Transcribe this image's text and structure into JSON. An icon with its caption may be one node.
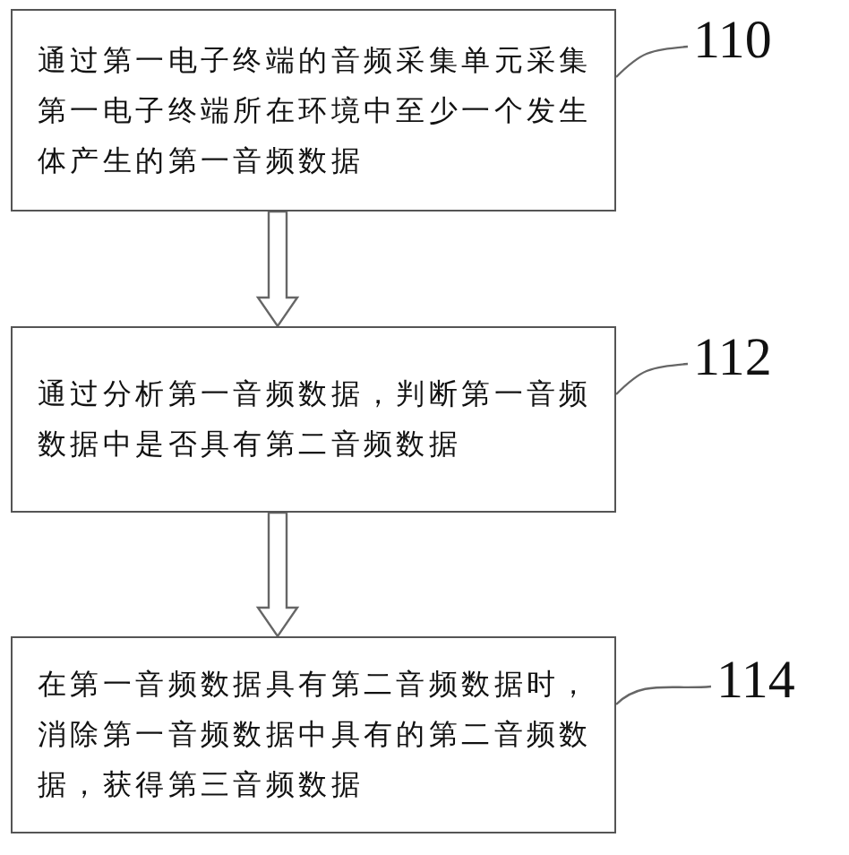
{
  "diagram": {
    "nodes": [
      {
        "text": [
          "通过第一电子终端的音频采集单元采集第一电子终端所在环境中至少一个发生体产生的第一音频数据"
        ]
      },
      {
        "text": [
          "110"
        ]
      },
      {
        "text": [
          "通过分析第一音频数据，判断第一音频数据中是否具有第二音频数据"
        ]
      },
      {
        "text": [
          "112"
        ]
      },
      {
        "text": [
          "在第一音频数据具有第二音频数据时，消除第一音频数据中具有的第二音频数据，获得第三音频数据"
        ]
      },
      {
        "text": [
          "114"
        ]
      }
    ],
    "edges": [
      {
        "from": 0,
        "to": 2,
        "arrow": "to"
      },
      {
        "from": 2,
        "to": 4,
        "arrow": "to"
      },
      {
        "from": 1,
        "to": 0,
        "arrow": "none"
      },
      {
        "from": 3,
        "to": 2,
        "arrow": "none"
      },
      {
        "from": 5,
        "to": 4,
        "arrow": "none"
      }
    ]
  }
}
